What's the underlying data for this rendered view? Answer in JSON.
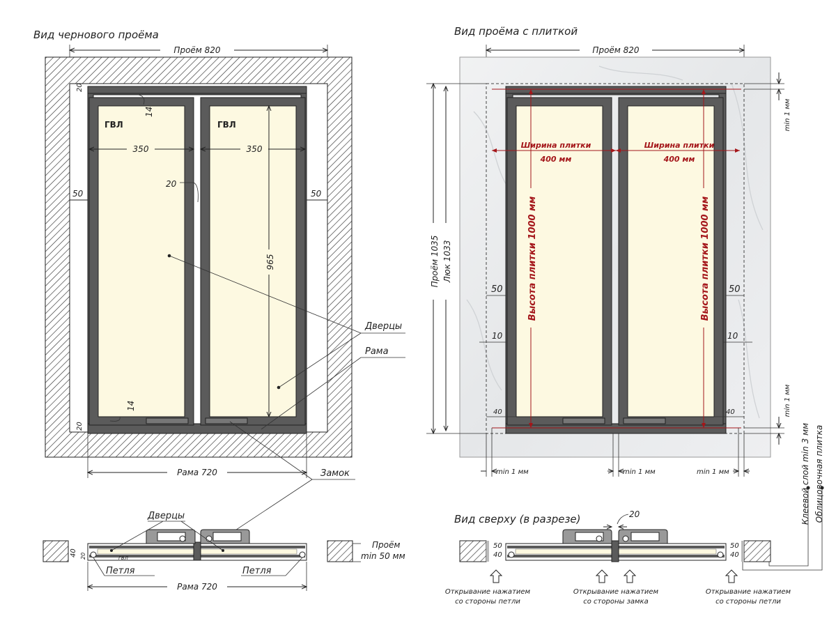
{
  "left_view": {
    "title": "Вид чернового проёма",
    "opening_width": "Проём 820",
    "gvl_left": "ГВЛ",
    "gvl_right": "ГВЛ",
    "dim_14_top": "14",
    "dim_14_bottom": "14",
    "dim_350_left": "350",
    "dim_350_right": "350",
    "dim_20": "20",
    "dim_50_left": "50",
    "dim_50_right": "50",
    "dim_965": "965",
    "dim_20_top_corner": "20",
    "dim_20_bottom_corner": "20",
    "label_doors": "Дверцы",
    "label_frame": "Рама",
    "label_lock": "Замок",
    "frame_width": "Рама 720"
  },
  "right_view": {
    "title": "Вид проёма с плиткой",
    "opening_width": "Проём 820",
    "tile_width_label": "Ширина плитки",
    "tile_width_value": "400 мм",
    "tile_width_label_2": "Ширина плитки",
    "tile_width_value_2": "400 мм",
    "tile_height_left": "Высота плитки 1000 мм",
    "tile_height_right": "Высота плитки 1000 мм",
    "opening_height": "Проём 1035",
    "hatch_height": "Люк 1033",
    "min1_top": "min 1 мм",
    "min1_mid": "min 1 мм",
    "dim_50_left": "50",
    "dim_50_right": "50",
    "dim_10_left": "10",
    "dim_10_right": "10",
    "dim_40_left": "40",
    "dim_40_right": "40",
    "min1_bottom_left": "min 1 мм",
    "min1_bottom_center": "min 1 мм",
    "min1_bottom_right": "min 1 мм",
    "glue_layer": "Клеевой слой min 3 мм",
    "facing_tile": "Облицовочная плитка"
  },
  "bottom_left": {
    "label_doors": "Дверцы",
    "dim_40": "40",
    "dim_20": "20",
    "gvl": "ГВЛ",
    "opening": "Проём",
    "opening_min": "min 50 мм",
    "hinge_left": "Петля",
    "hinge_right": "Петля",
    "frame_width": "Рама 720"
  },
  "bottom_right": {
    "title": "Вид сверху (в разрезе)",
    "dim_20": "20",
    "dim_50_left": "50",
    "dim_40_left": "40",
    "dim_50_right": "50",
    "dim_40_right": "40",
    "open_hinge_left_1": "Открывание нажатием",
    "open_hinge_left_2": "со стороны петли",
    "open_lock_1": "Открывание нажатием",
    "open_lock_2": "со стороны замка",
    "open_hinge_right_1": "Открывание нажатием",
    "open_hinge_right_2": "со стороны петли"
  },
  "colors": {
    "frame": "#5b5b5b",
    "door_fill": "#fdf9e1",
    "accent_red": "#a4161a",
    "marble": "#ecedee"
  }
}
